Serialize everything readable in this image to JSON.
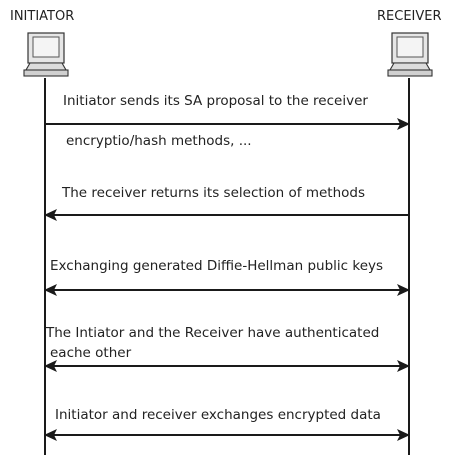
{
  "actors": {
    "initiator": {
      "label": "INITIATOR",
      "icon": "computer-icon"
    },
    "receiver": {
      "label": "RECEIVER",
      "icon": "computer-icon"
    }
  },
  "messages": [
    {
      "text": "Initiator sends its SA proposal to the receiver",
      "direction": "right"
    },
    {
      "text": "encryptio/hash methods, ...",
      "direction": "none"
    },
    {
      "text": "The receiver returns its selection of methods",
      "direction": "left"
    },
    {
      "text": "Exchanging generated Diffie-Hellman public keys",
      "direction": "both"
    },
    {
      "text": "The Intiator and the Receiver have authenticated",
      "direction": "both"
    },
    {
      "text": "eache other",
      "direction": "none"
    },
    {
      "text": "Initiator and receiver exchanges encrypted data",
      "direction": "both"
    }
  ],
  "colors": {
    "line": "#1a1a1a",
    "monitor_body": "#e6e6e6",
    "monitor_screen": "#f4f4f4"
  }
}
